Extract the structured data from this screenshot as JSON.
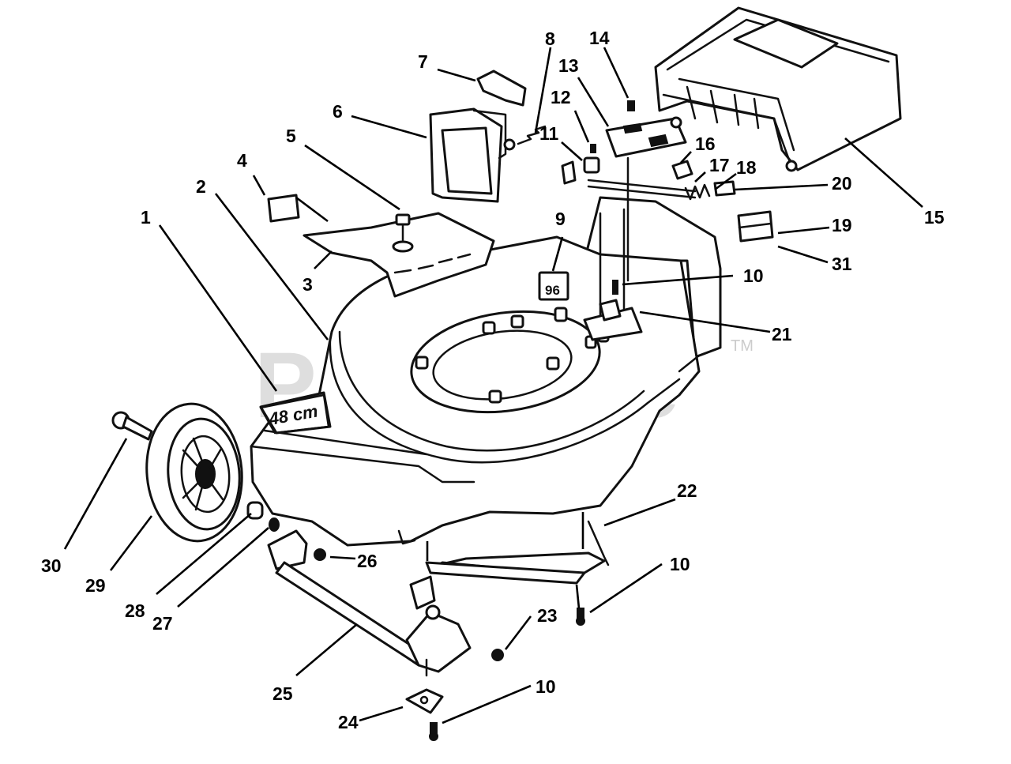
{
  "watermark": {
    "text": "PartsTree",
    "trademark": "TM"
  },
  "decals": {
    "deck_size": "48 cm",
    "date_code_year": "96"
  },
  "callouts": [
    {
      "id": "c1",
      "label": "1"
    },
    {
      "id": "c2",
      "label": "2"
    },
    {
      "id": "c3",
      "label": "3"
    },
    {
      "id": "c4",
      "label": "4"
    },
    {
      "id": "c5",
      "label": "5"
    },
    {
      "id": "c6",
      "label": "6"
    },
    {
      "id": "c7",
      "label": "7"
    },
    {
      "id": "c8",
      "label": "8"
    },
    {
      "id": "c9",
      "label": "9"
    },
    {
      "id": "c10a",
      "label": "10"
    },
    {
      "id": "c10b",
      "label": "10"
    },
    {
      "id": "c10c",
      "label": "10"
    },
    {
      "id": "c11",
      "label": "11"
    },
    {
      "id": "c12",
      "label": "12"
    },
    {
      "id": "c13",
      "label": "13"
    },
    {
      "id": "c14",
      "label": "14"
    },
    {
      "id": "c15",
      "label": "15"
    },
    {
      "id": "c16",
      "label": "16"
    },
    {
      "id": "c17",
      "label": "17"
    },
    {
      "id": "c18",
      "label": "18"
    },
    {
      "id": "c19",
      "label": "19"
    },
    {
      "id": "c20",
      "label": "20"
    },
    {
      "id": "c21",
      "label": "21"
    },
    {
      "id": "c22",
      "label": "22"
    },
    {
      "id": "c23",
      "label": "23"
    },
    {
      "id": "c24",
      "label": "24"
    },
    {
      "id": "c25",
      "label": "25"
    },
    {
      "id": "c26",
      "label": "26"
    },
    {
      "id": "c27",
      "label": "27"
    },
    {
      "id": "c28",
      "label": "28"
    },
    {
      "id": "c29",
      "label": "29"
    },
    {
      "id": "c30",
      "label": "30"
    },
    {
      "id": "c31",
      "label": "31"
    }
  ]
}
